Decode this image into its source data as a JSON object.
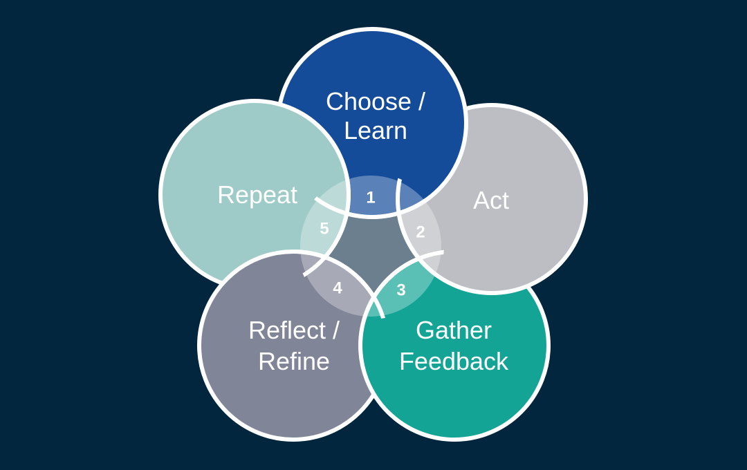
{
  "diagram": {
    "background_color": "#01263d",
    "border_color": "#ffffff",
    "center_color": "#6b7f8e",
    "overlay_color": "#ffffff",
    "stages": [
      {
        "id": "choose-learn",
        "lines": [
          "Choose /",
          "Learn"
        ],
        "color": "#154c9a"
      },
      {
        "id": "act",
        "lines": [
          "Act"
        ],
        "color": "#bcbec3"
      },
      {
        "id": "gather-feedback",
        "lines": [
          "Gather",
          "Feedback"
        ],
        "color": "#14a496"
      },
      {
        "id": "reflect-refine",
        "lines": [
          "Reflect /",
          "Refine"
        ],
        "color": "#818598"
      },
      {
        "id": "repeat",
        "lines": [
          "Repeat"
        ],
        "color": "#9ecbc7"
      }
    ],
    "steps": [
      "1",
      "2",
      "3",
      "4",
      "5"
    ]
  }
}
